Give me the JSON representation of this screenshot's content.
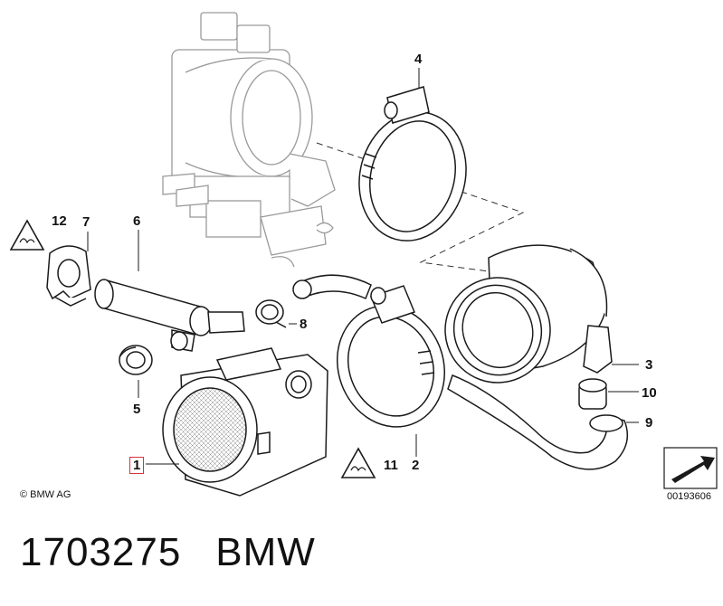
{
  "diagram": {
    "callouts": [
      {
        "id": "1",
        "label": "1"
      },
      {
        "id": "2",
        "label": "2"
      },
      {
        "id": "3",
        "label": "3"
      },
      {
        "id": "4",
        "label": "4"
      },
      {
        "id": "5",
        "label": "5"
      },
      {
        "id": "6",
        "label": "6"
      },
      {
        "id": "7",
        "label": "7"
      },
      {
        "id": "8",
        "label": "8"
      },
      {
        "id": "9",
        "label": "9"
      },
      {
        "id": "10",
        "label": "10"
      },
      {
        "id": "11",
        "label": "11"
      },
      {
        "id": "12",
        "label": "12"
      }
    ],
    "highlighted_callout": "1",
    "copyright": "© BMW AG",
    "reference_number": "00193606"
  },
  "footer": {
    "part_number": "1703275",
    "brand": "BMW"
  },
  "colors": {
    "line": "#1a1a1a",
    "ghost_line": "#9a9a9a",
    "highlight_box": "#d9323a"
  }
}
